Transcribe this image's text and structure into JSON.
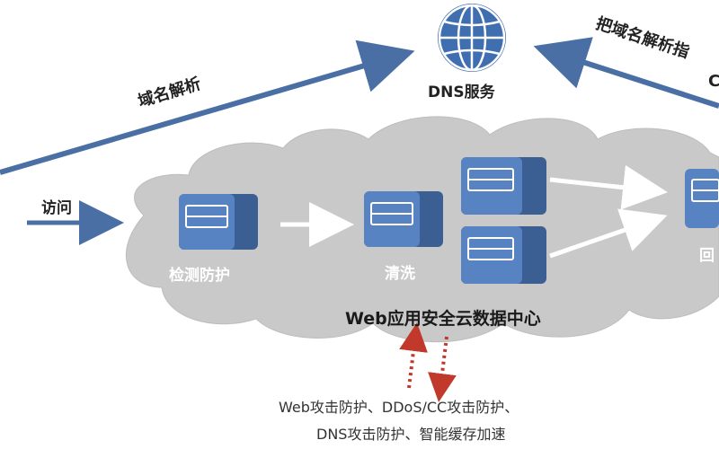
{
  "dns": {
    "label": "DNS服务"
  },
  "labels": {
    "domain_resolution": "域名解析",
    "point_domain": "把域名解析指",
    "point_domain_tail": "C",
    "visit": "访问",
    "detect_protect": "检测防护",
    "clean": "清洗",
    "return_source": "回",
    "datacenter": "Web应用安全云数据中心"
  },
  "features": {
    "line1": "Web攻击防护、DDoS/CC攻击防护、",
    "line2": "DNS攻击防护、智能缓存加速"
  },
  "colors": {
    "accent_blue": "#4a6fa5",
    "server_fill": "#4f79b5",
    "cloud_fill": "#c9c9c9",
    "dotted_red": "#c0392b"
  }
}
